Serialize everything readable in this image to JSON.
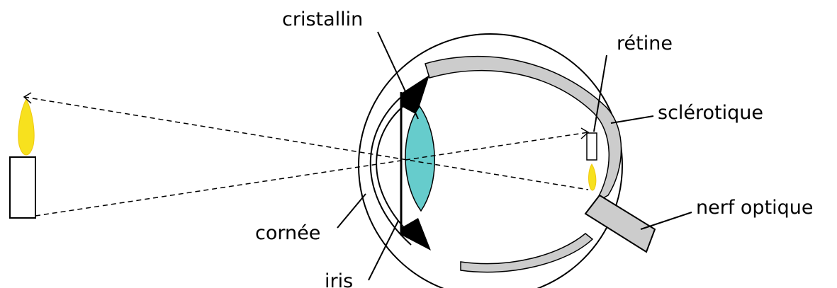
{
  "labels": {
    "cristallin": "cristallin",
    "retine": "rétine",
    "sclerotique": "sclérotique",
    "nerf_optique": "nerf optique",
    "cornee": "cornée",
    "iris": "iris"
  },
  "colors": {
    "flame": "#f7e11e",
    "lens": "#66cccc",
    "sclera": "#cccccc",
    "outline": "#000000",
    "background": "#ffffff"
  }
}
